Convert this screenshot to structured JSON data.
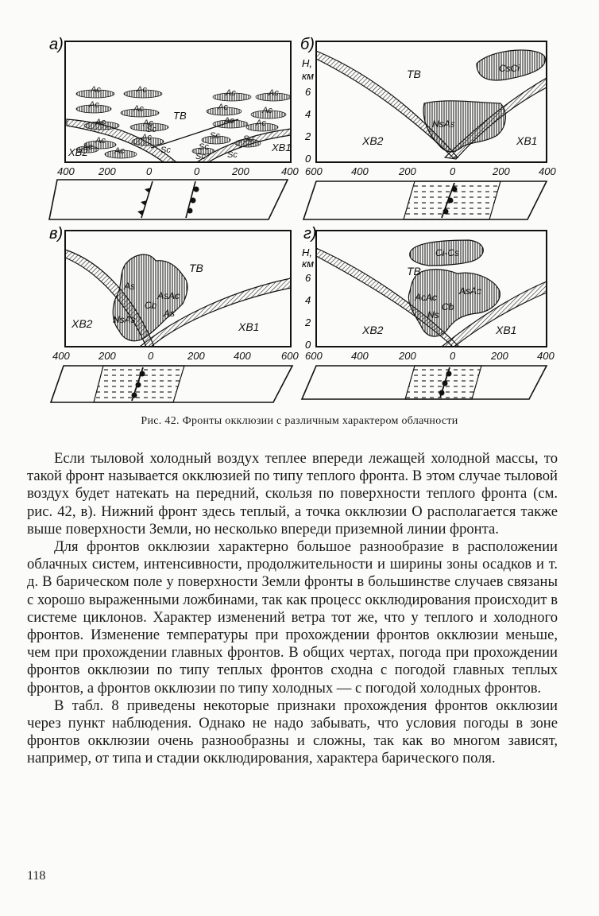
{
  "figure": {
    "panels": [
      {
        "letter": "а)",
        "air_labels": [
          "ТВ",
          "ХВ2",
          "ХВ1"
        ],
        "cloud_labels": [
          "Ac",
          "Ac",
          "Ac",
          "Ac",
          "Ac",
          "Ac",
          "Ac",
          "Ac",
          "Ac",
          "Ac",
          "Ac",
          "Ac",
          "Ac",
          "Ac",
          "Ac",
          "Ac",
          "Sc",
          "Sc",
          "Sc",
          "Sc",
          "Sc",
          "Sc",
          "Sc"
        ],
        "x_ticks_left": [
          "400",
          "200",
          "0"
        ],
        "x_ticks_right": [
          "0",
          "200",
          "400"
        ]
      },
      {
        "letter": "б)",
        "axis_unit_h": "Н,",
        "axis_unit_km": "км",
        "y_ticks": [
          "6",
          "4",
          "2",
          "0"
        ],
        "air_labels": [
          "ТВ",
          "ХВ2",
          "ХВ1"
        ],
        "cloud_labels": [
          "CsCi",
          "NsAs"
        ],
        "x_ticks": [
          "600",
          "400",
          "200",
          "0",
          "200",
          "400"
        ]
      },
      {
        "letter": "в)",
        "air_labels": [
          "ТВ",
          "ХВ2",
          "ХВ1"
        ],
        "cloud_labels": [
          "As",
          "AsAc",
          "Cb",
          "As",
          "NsAs"
        ],
        "x_ticks": [
          "400",
          "200",
          "0",
          "200",
          "400",
          "600"
        ]
      },
      {
        "letter": "г)",
        "axis_unit_h": "Н,",
        "axis_unit_km": "км",
        "y_ticks": [
          "6",
          "4",
          "2",
          "0"
        ],
        "air_labels": [
          "ТВ",
          "ХВ2",
          "ХВ1"
        ],
        "cloud_labels": [
          "Ci-Cs",
          "AcAc",
          "AsAc",
          "Ns",
          "Cb"
        ],
        "x_ticks": [
          "600",
          "400",
          "200",
          "0",
          "200",
          "400"
        ]
      }
    ],
    "caption": "Рис. 42. Фронты окклюзии с различным характером облачности"
  },
  "text": {
    "paragraph1": "Если тыловой холодный воздух теплее впереди лежащей холодной массы, то такой фронт называется окклюзией по типу теплого фронта. В этом случае тыловой воздух будет натекать на передний, скользя по поверхности теплого фронта (см. рис. 42, в). Нижний фронт здесь теплый, а точка окклюзии О располагается также выше поверхности Земли, но несколько впереди приземной линии фронта.",
    "paragraph2": "Для фронтов окклюзии характерно большое разнообразие в расположении облачных систем, интенсивности, продолжительности и ширины зоны осадков и т. д. В барическом поле у поверхности Земли фронты в большинстве случаев связаны с хорошо выраженными ложбинами, так как процесс окклюдирования происходит в системе циклонов. Характер изменений ветра тот же, что у теплого и холодного фронтов. Изменение температуры при прохождении фронтов окклюзии меньше, чем при прохождении главных фронтов. В общих чертах, погода при прохождении фронтов окклюзии по типу теплых фронтов сходна с погодой главных теплых фронтов, а фронтов окклюзии по типу холодных — с погодой холодных фронтов.",
    "paragraph3": "В табл. 8 приведены некоторые признаки прохождения фронтов окклюзии через пункт наблюдения. Однако не надо забывать, что условия погоды в зоне фронтов окклюзии очень разнообразны и сложны, так как во многом зависят, например, от типа и стадии окклюдирования, характера барического поля."
  },
  "page_number": "118"
}
